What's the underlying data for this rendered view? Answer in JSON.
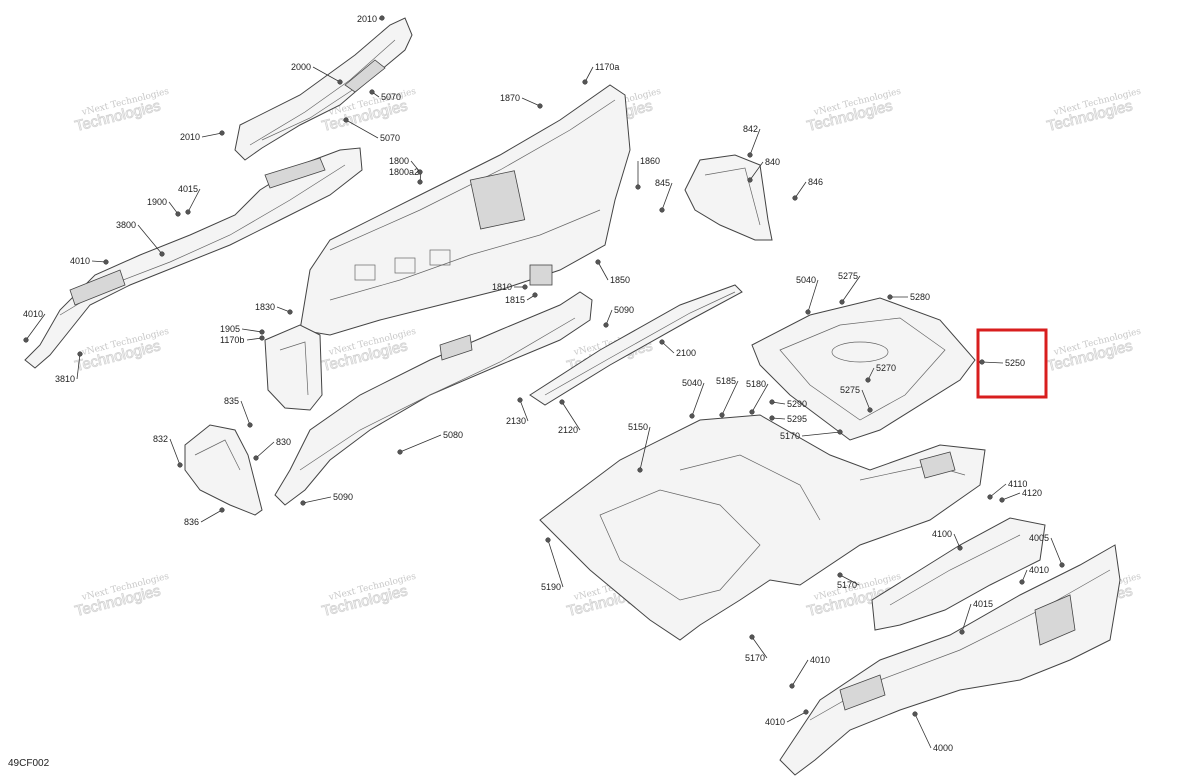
{
  "diagram_code": "49CF002",
  "highlight_label": "5250",
  "watermark": {
    "line1": "vNext Technologies",
    "line2": "Technologies"
  },
  "callouts": [
    "2010",
    "2000",
    "5070",
    "5070",
    "2010",
    "1170a",
    "1870",
    "1800",
    "1800a2",
    "1860",
    "842",
    "840",
    "845",
    "846",
    "4015",
    "1900",
    "3800",
    "4010",
    "4010",
    "3810",
    "1830",
    "1905",
    "1170b",
    "1810",
    "1815",
    "1850",
    "5090",
    "2100",
    "5040",
    "5275",
    "5280",
    "5250",
    "5270",
    "5275",
    "835",
    "832",
    "830",
    "836",
    "5080",
    "5090",
    "2130",
    "2120",
    "5040",
    "5185",
    "5180",
    "5290",
    "5295",
    "5170",
    "5150",
    "4110",
    "4120",
    "4100",
    "4005",
    "4010",
    "4015",
    "5190",
    "5170",
    "5170",
    "4010",
    "4010",
    "4000"
  ]
}
